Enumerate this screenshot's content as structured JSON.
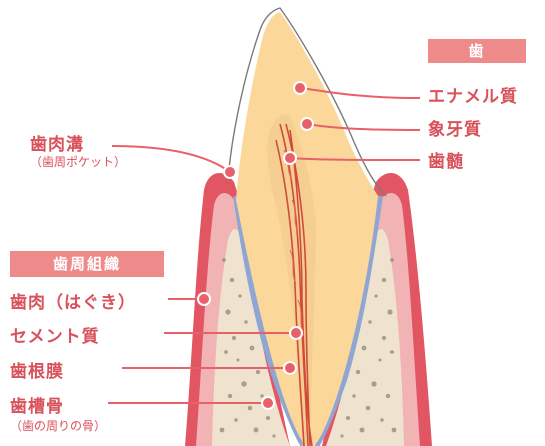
{
  "tooth_header": "歯",
  "tooth_parts": {
    "enamel": "エナメル質",
    "dentin": "象牙質",
    "pulp": "歯髄"
  },
  "gingival_sulcus": {
    "label": "歯肉溝",
    "note": "（歯周ポケット）"
  },
  "periodontium_header": "歯周組織",
  "periodontium_parts": {
    "gingiva": "歯肉（はぐき）",
    "cementum": "セメント質",
    "ligament": "歯根膜",
    "alveolar_bone": "歯槽骨",
    "alveolar_bone_note": "（歯の周りの骨）"
  },
  "colors": {
    "accent": "#d8525c",
    "tag_bg": "#ef8a8a",
    "line": "#e8606a",
    "gum_outer": "#e25664",
    "gum_inner": "#f2b3b5",
    "bone": "#efe3cf",
    "bone_dots": "#8d8a72",
    "membrane": "#8fa6d2",
    "crown": "#fbd79a",
    "pulp": "#d24a3a"
  }
}
